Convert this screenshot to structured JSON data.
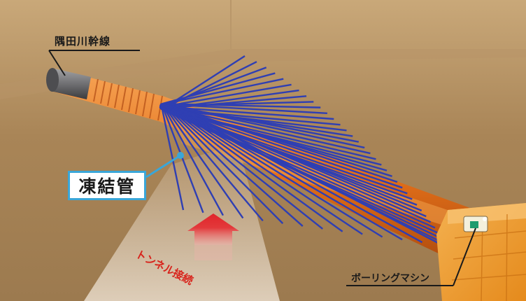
{
  "labels": {
    "trunk_line": "隅田川幹線",
    "freeze_pipes": "凍結管",
    "tunnel_connection": "トンネル接続",
    "boring_machine": "ボーリングマシン"
  },
  "colors": {
    "background": "#a78456",
    "pipe_orange": "#e4711a",
    "freeze_pipe_blue": "#2f3fb3",
    "existing_pipe_gray": "#6e6e70",
    "callout_cyan": "#3aa6d8",
    "arrow_red": "#e0262b",
    "tunnel_text_red": "#d8231b"
  }
}
